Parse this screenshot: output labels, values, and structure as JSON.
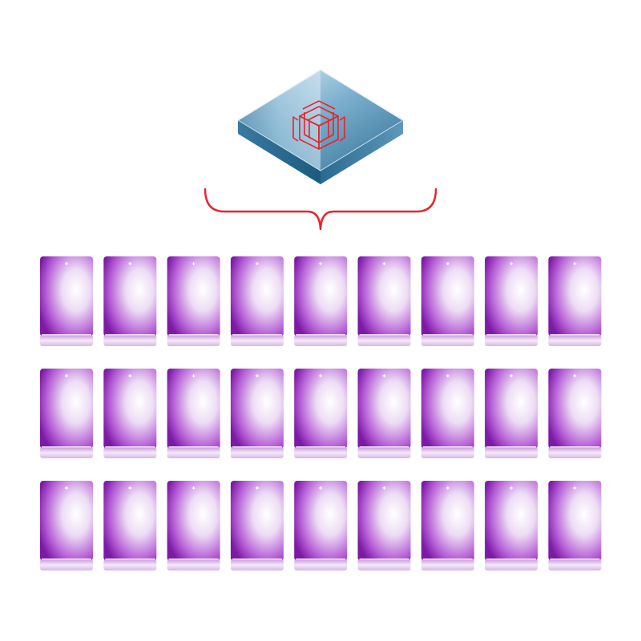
{
  "colors": {
    "background": "#ffffff",
    "hub_face": "#3f7ea2",
    "hub_edge": "#1c5f86",
    "hub_highlight": "#dfeef6",
    "emblem": "#e8232c",
    "brace": "#e8232c",
    "device_body": "#8b1fb0",
    "device_glow": "#ffffff",
    "device_base": "#e9d3f2"
  },
  "diagram": {
    "hub": {
      "icon": "network-switch-icon"
    },
    "connector": {
      "icon": "curly-brace"
    },
    "devices": {
      "icon": "mobile-device-icon",
      "rows": 3,
      "columns": 9,
      "count": 27
    }
  }
}
